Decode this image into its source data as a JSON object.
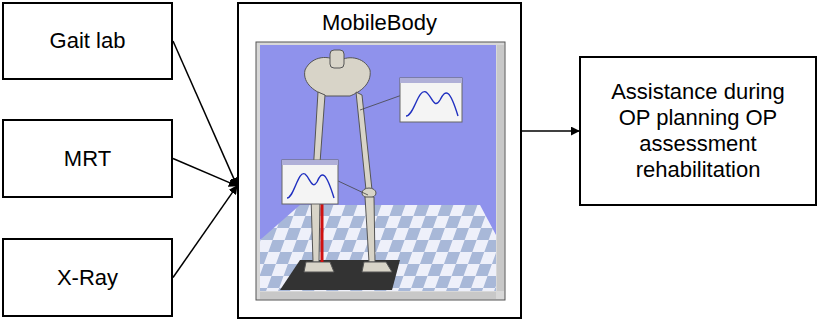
{
  "diagram": {
    "nodes": [
      {
        "text": [
          "Gait lab"
        ]
      },
      {
        "text": [
          "MRT"
        ]
      },
      {
        "text": [
          "X-Ray"
        ]
      },
      {
        "text": [
          "MobileBody"
        ]
      },
      {
        "text": [
          "Assistance during OP planning OP assessment rehabilitation"
        ]
      }
    ],
    "edges": [
      {
        "from": 0,
        "to": 3,
        "arrow": "to"
      },
      {
        "from": 1,
        "to": 3,
        "arrow": "to"
      },
      {
        "from": 2,
        "to": 3,
        "arrow": "to"
      },
      {
        "from": 3,
        "to": 4,
        "arrow": "to"
      }
    ]
  }
}
